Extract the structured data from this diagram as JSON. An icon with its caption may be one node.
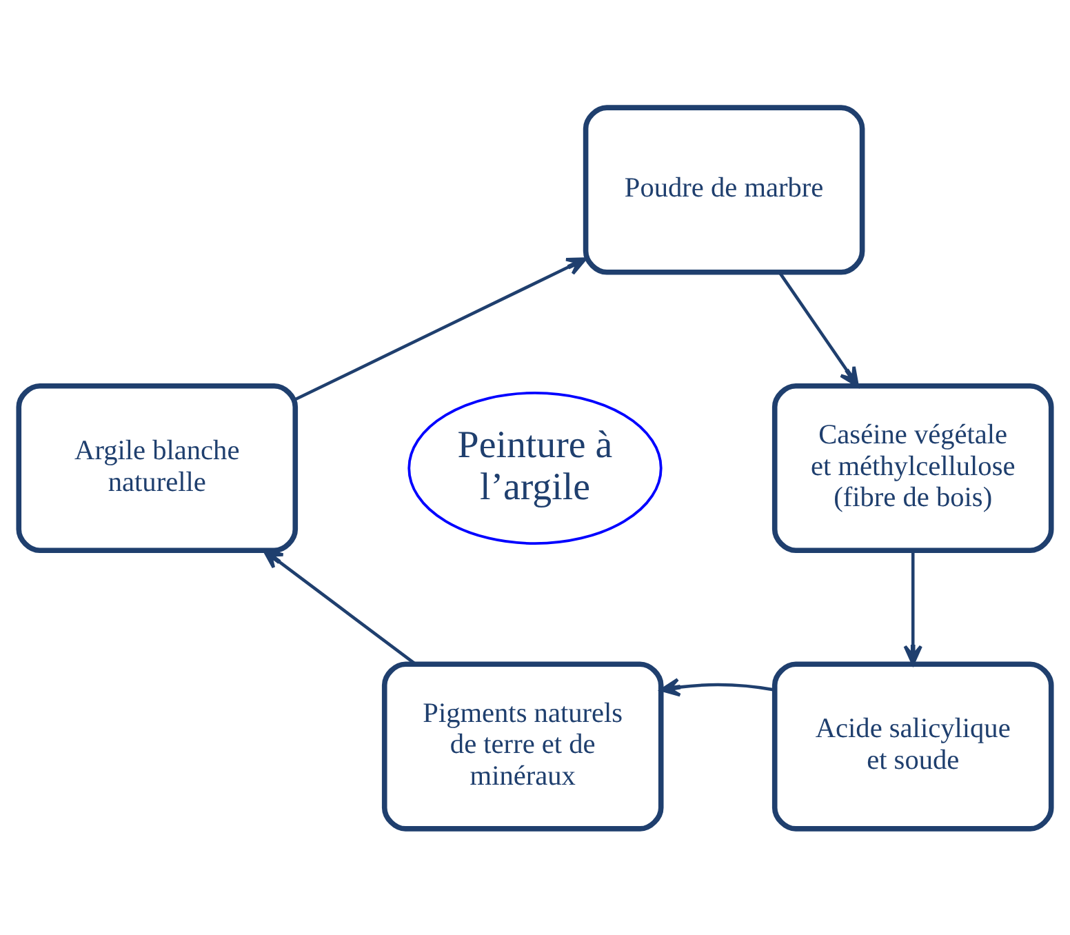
{
  "diagram": {
    "nodes": [
      {
        "text": [
          "Poudre de marbre"
        ]
      },
      {
        "text": [
          "Caséine végétale et méthylcellulose (fibre de bois)"
        ]
      },
      {
        "text": [
          "Acide salicylique et soude"
        ]
      },
      {
        "text": [
          "Pigments naturels de terre et de minéraux"
        ]
      },
      {
        "text": [
          "Argile blanche naturelle"
        ]
      },
      {
        "text": [
          "Peinture à l’argile"
        ]
      }
    ],
    "edges": [
      {
        "from": 0,
        "to": 1,
        "arrow": "to"
      },
      {
        "from": 1,
        "to": 2,
        "arrow": "to"
      },
      {
        "from": 2,
        "to": 3,
        "arrow": "to"
      },
      {
        "from": 3,
        "to": 4,
        "arrow": "to"
      },
      {
        "from": 4,
        "to": 0,
        "arrow": "to"
      }
    ]
  }
}
